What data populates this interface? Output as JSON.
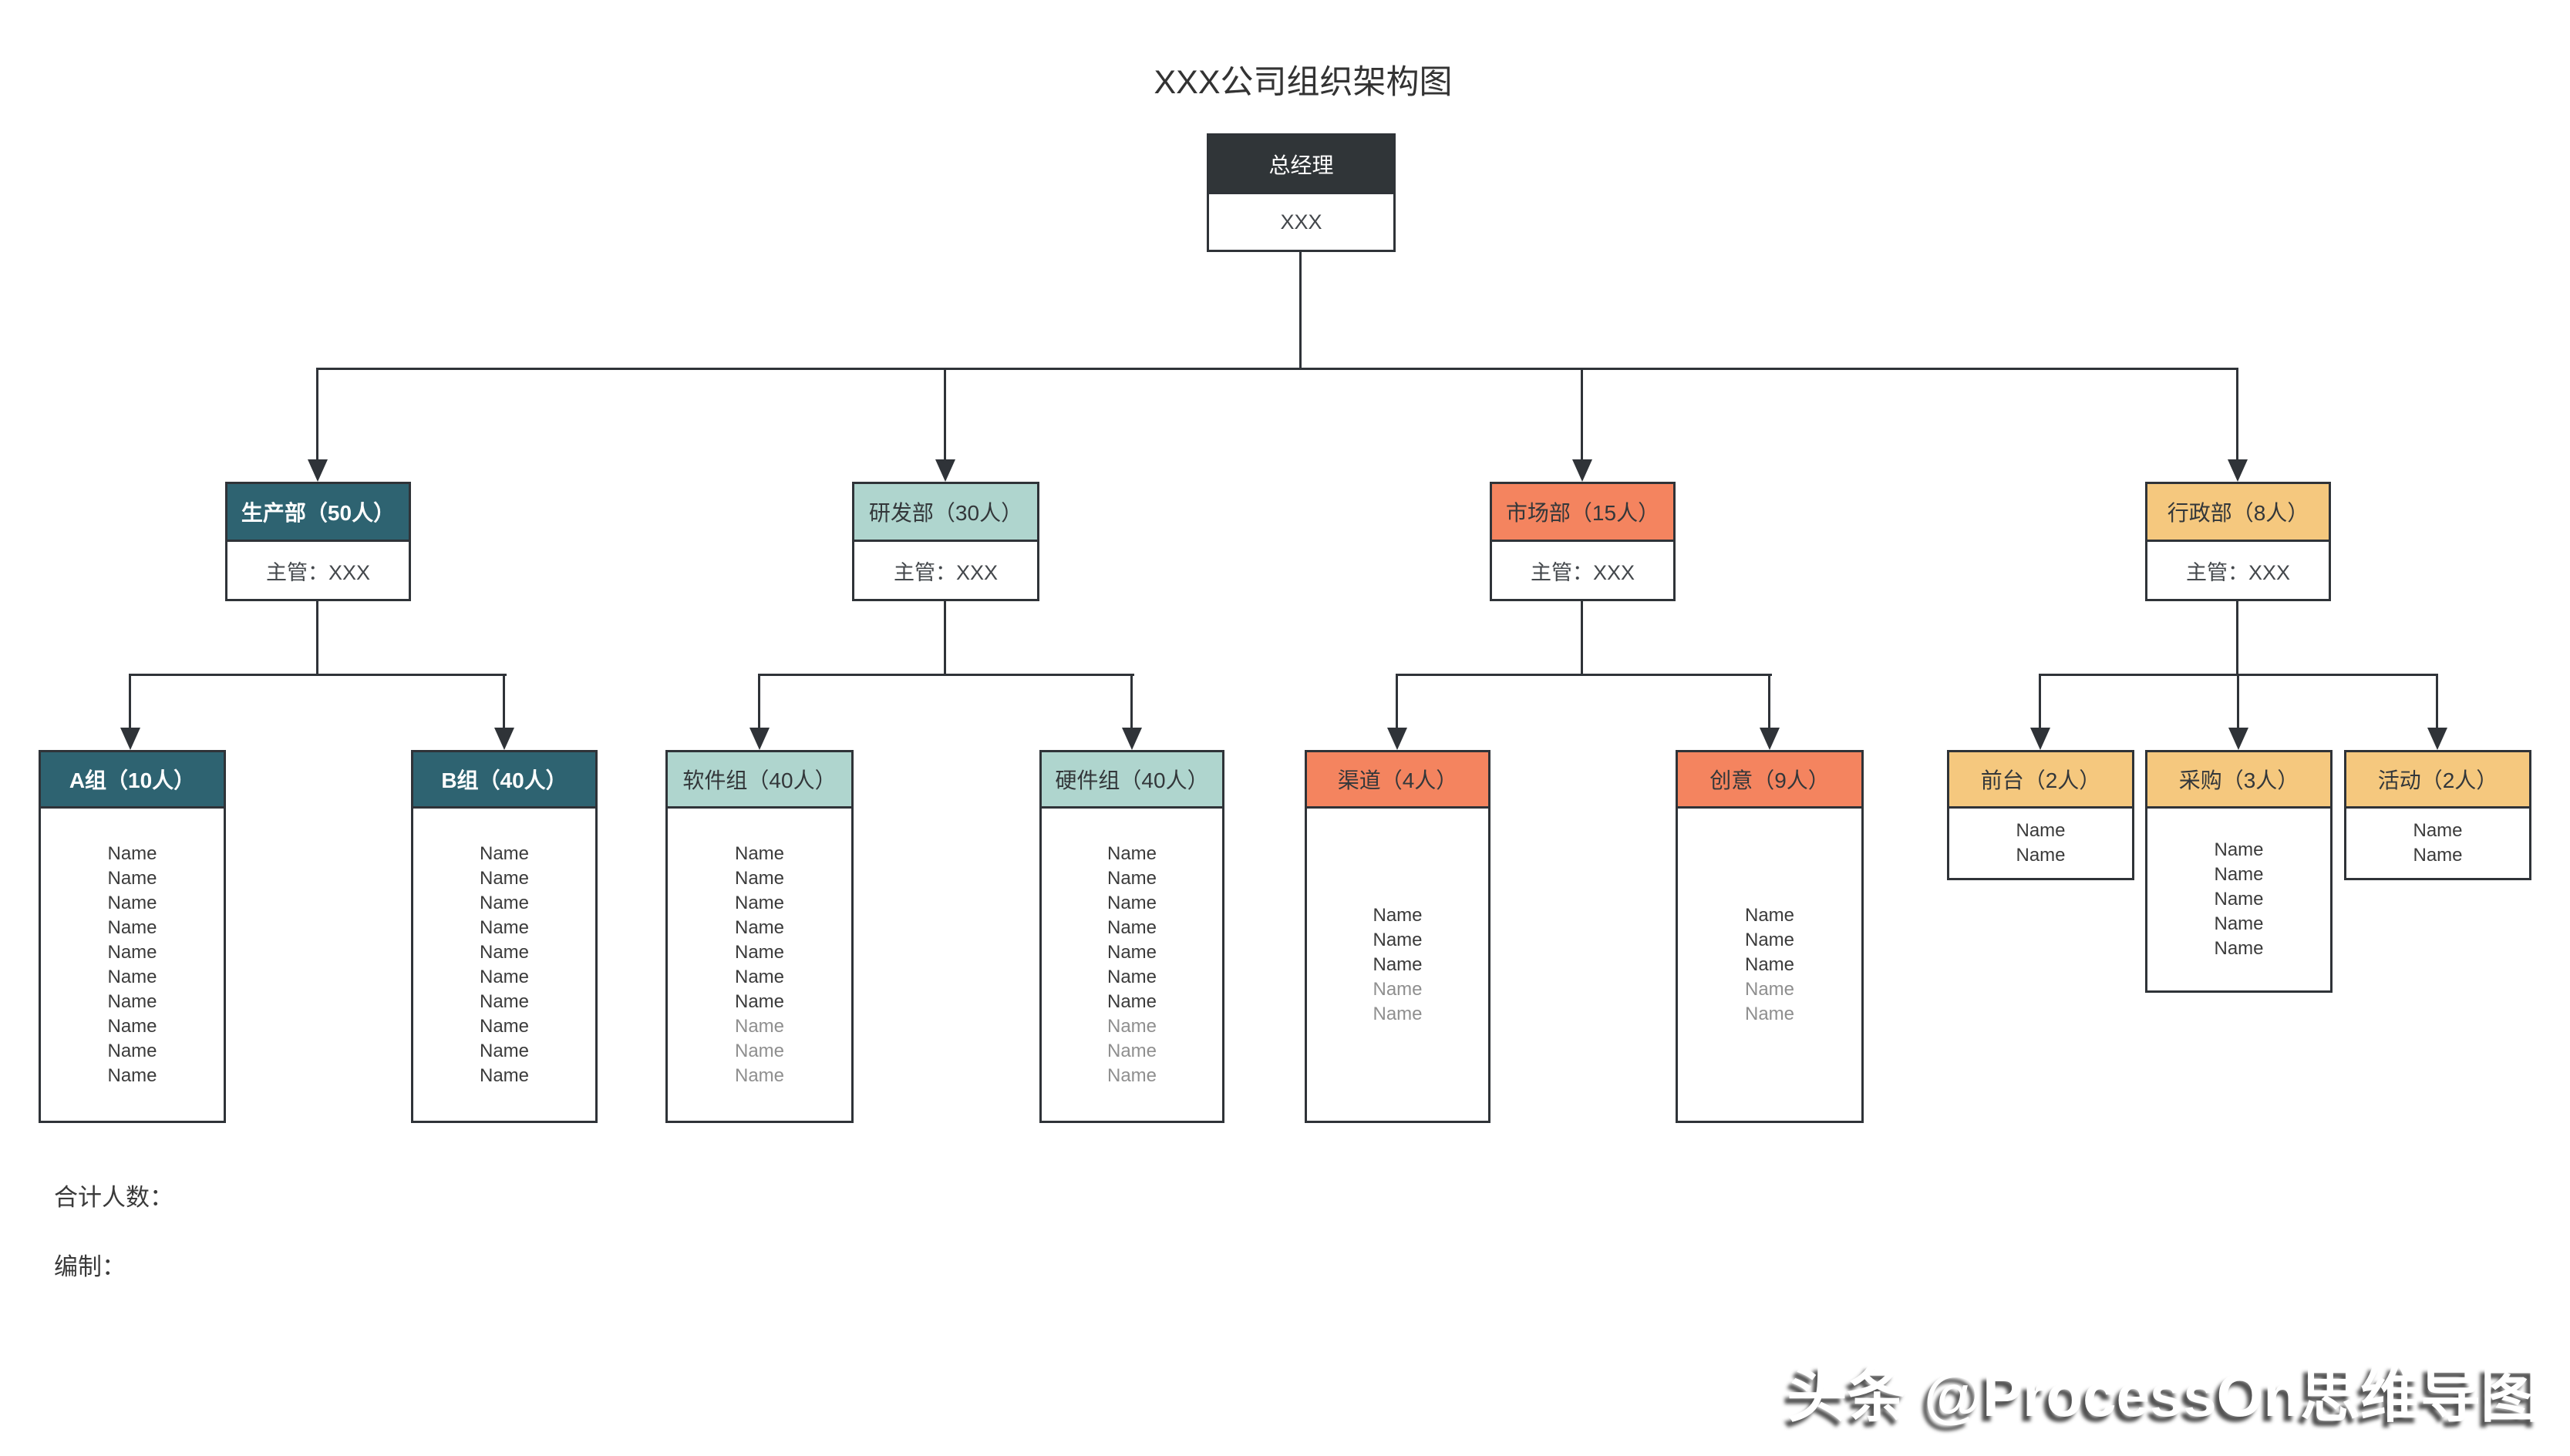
{
  "title": "XXX公司组织架构图",
  "root": {
    "title": "总经理",
    "subtitle": "XXX"
  },
  "departments": [
    {
      "title": "生产部（50人）",
      "manager": "主管：XXX",
      "accent_color": "#2E6371",
      "children": [
        {
          "title": "A组（10人）",
          "names": [
            {
              "text": "Name",
              "gray": false
            },
            {
              "text": "Name",
              "gray": false
            },
            {
              "text": "Name",
              "gray": false
            },
            {
              "text": "Name",
              "gray": false
            },
            {
              "text": "Name",
              "gray": false
            },
            {
              "text": "Name",
              "gray": false
            },
            {
              "text": "Name",
              "gray": false
            },
            {
              "text": "Name",
              "gray": false
            },
            {
              "text": "Name",
              "gray": false
            },
            {
              "text": "Name",
              "gray": false
            }
          ]
        },
        {
          "title": "B组（40人）",
          "names": [
            {
              "text": "Name",
              "gray": false
            },
            {
              "text": "Name",
              "gray": false
            },
            {
              "text": "Name",
              "gray": false
            },
            {
              "text": "Name",
              "gray": false
            },
            {
              "text": "Name",
              "gray": false
            },
            {
              "text": "Name",
              "gray": false
            },
            {
              "text": "Name",
              "gray": false
            },
            {
              "text": "Name",
              "gray": false
            },
            {
              "text": "Name",
              "gray": false
            },
            {
              "text": "Name",
              "gray": false
            }
          ]
        }
      ]
    },
    {
      "title": "研发部（30人）",
      "manager": "主管：XXX",
      "accent_color": "#AFD5CE",
      "children": [
        {
          "title": "软件组（40人）",
          "names": [
            {
              "text": "Name",
              "gray": false
            },
            {
              "text": "Name",
              "gray": false
            },
            {
              "text": "Name",
              "gray": false
            },
            {
              "text": "Name",
              "gray": false
            },
            {
              "text": "Name",
              "gray": false
            },
            {
              "text": "Name",
              "gray": false
            },
            {
              "text": "Name",
              "gray": false
            },
            {
              "text": "Name",
              "gray": true
            },
            {
              "text": "Name",
              "gray": true
            },
            {
              "text": "Name",
              "gray": true
            }
          ]
        },
        {
          "title": "硬件组（40人）",
          "names": [
            {
              "text": "Name",
              "gray": false
            },
            {
              "text": "Name",
              "gray": false
            },
            {
              "text": "Name",
              "gray": false
            },
            {
              "text": "Name",
              "gray": false
            },
            {
              "text": "Name",
              "gray": false
            },
            {
              "text": "Name",
              "gray": false
            },
            {
              "text": "Name",
              "gray": false
            },
            {
              "text": "Name",
              "gray": true
            },
            {
              "text": "Name",
              "gray": true
            },
            {
              "text": "Name",
              "gray": true
            }
          ]
        }
      ]
    },
    {
      "title": "市场部（15人）",
      "manager": "主管：XXX",
      "accent_color": "#F4845F",
      "children": [
        {
          "title": "渠道（4人）",
          "names": [
            {
              "text": "Name",
              "gray": false
            },
            {
              "text": "Name",
              "gray": false
            },
            {
              "text": "Name",
              "gray": false
            },
            {
              "text": "Name",
              "gray": true
            },
            {
              "text": "Name",
              "gray": true
            }
          ]
        },
        {
          "title": "创意（9人）",
          "names": [
            {
              "text": "Name",
              "gray": false
            },
            {
              "text": "Name",
              "gray": false
            },
            {
              "text": "Name",
              "gray": false
            },
            {
              "text": "Name",
              "gray": true
            },
            {
              "text": "Name",
              "gray": true
            }
          ]
        }
      ]
    },
    {
      "title": "行政部（8人）",
      "manager": "主管：XXX",
      "accent_color": "#F5C87E",
      "children": [
        {
          "title": "前台（2人）",
          "names": [
            {
              "text": "Name",
              "gray": false
            },
            {
              "text": "Name",
              "gray": false
            }
          ]
        },
        {
          "title": "采购（3人）",
          "names": [
            {
              "text": "Name",
              "gray": false
            },
            {
              "text": "Name",
              "gray": false
            },
            {
              "text": "Name",
              "gray": false
            },
            {
              "text": "Name",
              "gray": false
            },
            {
              "text": "Name",
              "gray": false
            }
          ]
        },
        {
          "title": "活动（2人）",
          "names": [
            {
              "text": "Name",
              "gray": false
            },
            {
              "text": "Name",
              "gray": false
            }
          ]
        }
      ]
    }
  ],
  "footer": {
    "total_label": "合计人数：",
    "prepared_label": "编制："
  },
  "watermark": "头条 @ProcessOn思维导图",
  "colors": {
    "root_header": "#303538",
    "line_and_border": "#2F3338",
    "production_accent": "#2E6371",
    "rnd_accent": "#AFD5CE",
    "market_accent": "#F4845F",
    "admin_accent": "#F5C87E",
    "gray_name": "#8F8F8F"
  }
}
